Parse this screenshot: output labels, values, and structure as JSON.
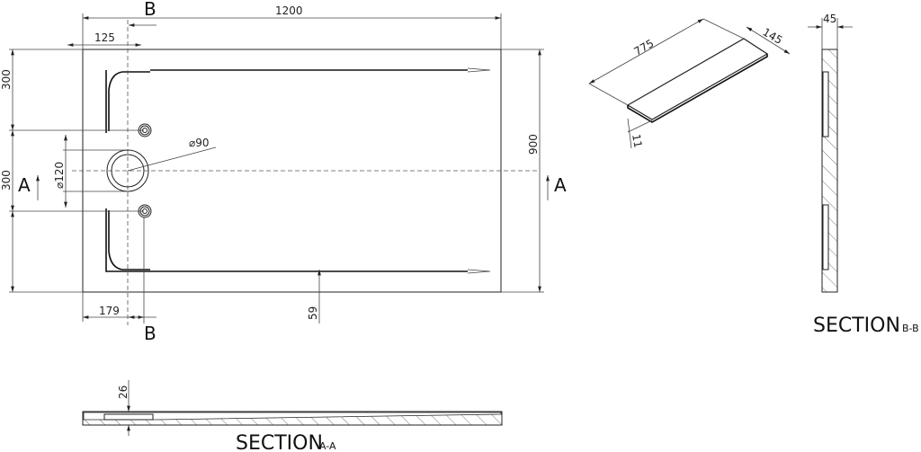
{
  "plan_view": {
    "width_dim": "1200",
    "depth_dim": "900",
    "offset_top_dim": "125",
    "offset_bottom_dim": "179",
    "upper_spacing_dim": "300",
    "lower_spacing_dim": "300",
    "drain_outer_dim": "⌀120",
    "drain_inner_dim": "⌀90",
    "rim_dim": "59",
    "section_a_left": "A",
    "section_a_right": "A",
    "section_b_top": "B",
    "section_b_bottom": "B"
  },
  "grate_view": {
    "length_dim": "775",
    "width_dim": "145",
    "thickness_dim": "11"
  },
  "section_bb": {
    "thickness_dim": "45",
    "title": "SECTION",
    "suffix": "B-B"
  },
  "section_aa": {
    "height_dim": "26",
    "title": "SECTION",
    "suffix": "A-A"
  }
}
